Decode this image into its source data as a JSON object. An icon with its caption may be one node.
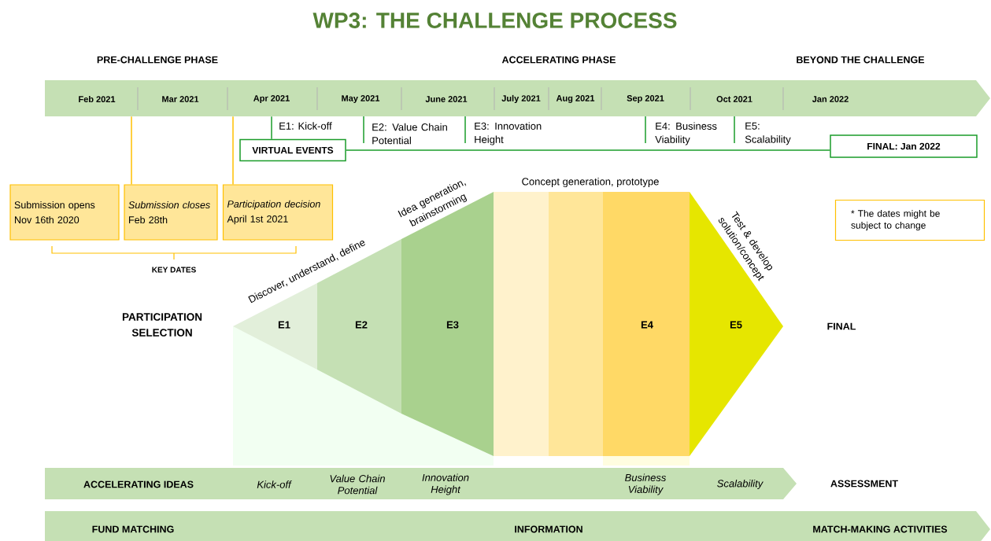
{
  "diagram": {
    "title": "WP3: THE CHALLENGE PROCESS",
    "nodes": [
      {
        "text": [
          "Feb 2021",
          "Mar 2021",
          "Apr 2021",
          "May 2021",
          "June 2021",
          "July 2021",
          "Aug 2021",
          "Sep 2021",
          "Oct 2021",
          "Jan 2022"
        ]
      },
      {
        "text": [
          "VIRTUAL EVENTS"
        ]
      },
      {
        "text": [
          "FINAL: Jan 2022"
        ]
      },
      {
        "text": [
          "Submission opens",
          "Nov 16th 2020"
        ]
      },
      {
        "text": [
          "Submission closes",
          "Feb 28th"
        ]
      },
      {
        "text": [
          "Participation decision",
          "April 1st 2021"
        ]
      },
      {
        "text": [
          "* The dates might be subject to change"
        ]
      },
      {
        "text": [
          "E1"
        ]
      },
      {
        "text": [
          "E2"
        ]
      },
      {
        "text": [
          "E3"
        ]
      },
      {
        "text": [],
        "shape": "box"
      },
      {
        "text": [],
        "shape": "box"
      },
      {
        "text": [
          "E4"
        ]
      },
      {
        "text": [
          "E5"
        ]
      },
      {
        "text": [
          "ACCELERATING IDEAS",
          "Kick-off",
          "Value Chain Potential",
          "Innovation Height",
          "Business Viability",
          "Scalability"
        ]
      },
      {
        "text": [
          "FUND MATCHING",
          "INFORMATION",
          "MATCH-MAKING ACTIVITIES"
        ]
      }
    ],
    "edges": [
      {
        "from": 0,
        "to": 4,
        "arrow": "none",
        "color": "#ffc000"
      },
      {
        "from": 0,
        "to": 5,
        "arrow": "none",
        "color": "#ffc000"
      },
      {
        "from": 0,
        "to": 1,
        "arrow": "none",
        "color": "#1a9c2a"
      },
      {
        "from": 1,
        "to": 2,
        "arrow": "none",
        "color": "#1a9c2a"
      }
    ],
    "labels": [
      "PRE-CHALLENGE PHASE",
      "ACCELERATING PHASE",
      "BEYOND THE CHALLENGE",
      "E1: Kick-off",
      "E2: Value Chain Potential",
      "E3: Innovation Height",
      "E4: Business Viability",
      "E5: Scalability",
      "KEY DATES",
      "Discover, understand, define",
      "Idea generation, brainstorming",
      "Concept generation, prototype",
      "Test & develop solution/concept",
      "PARTICIPATION SELECTION",
      "FINAL",
      "ASSESSMENT"
    ]
  }
}
